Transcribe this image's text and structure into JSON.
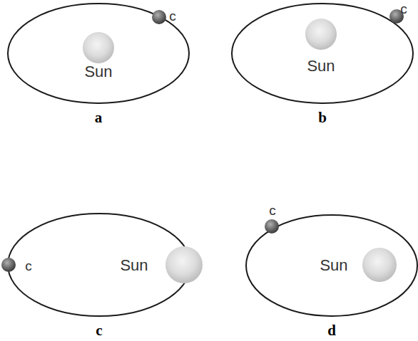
{
  "diagram": {
    "labels": [
      "c",
      "Sun",
      "a",
      "c",
      "Sun",
      "b",
      "Sun",
      "c",
      "c",
      "c",
      "Sun",
      "d"
    ]
  }
}
